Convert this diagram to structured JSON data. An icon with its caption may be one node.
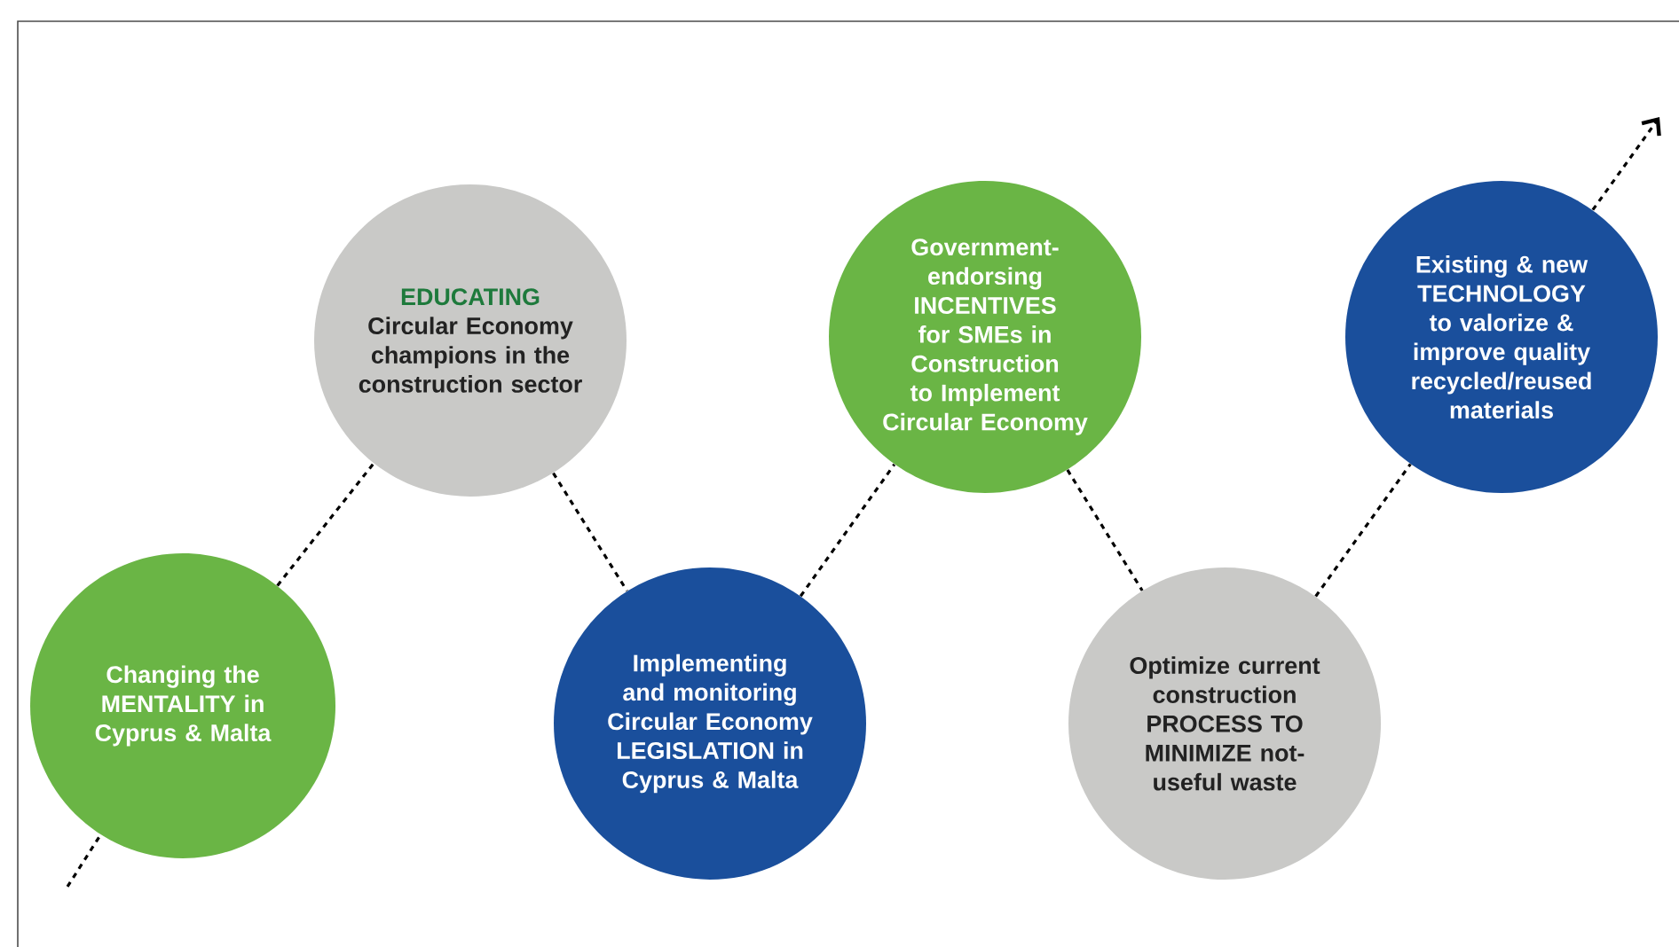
{
  "diagram": {
    "nodes": [
      {
        "text": [
          "Changing the MENTALITY in Cyprus & Malta"
        ]
      },
      {
        "text": [
          "EDUCATING",
          "Circular Economy champions in the construction sector"
        ]
      },
      {
        "text": [
          "Implementing and monitoring Circular Economy LEGISLATION in Cyprus & Malta"
        ]
      },
      {
        "text": [
          "Government-endorsing INCENTIVES for SMEs in Construction to Implement Circular Economy"
        ]
      },
      {
        "text": [
          "Optimize current construction PROCESS TO MINIMIZE not-useful waste"
        ]
      },
      {
        "text": [
          "Existing & new TECHNOLOGY to valorize & improve quality recycled/reused materials"
        ]
      }
    ],
    "edges": [
      {
        "from": null,
        "to": 0,
        "arrow": "none"
      },
      {
        "from": 0,
        "to": 1,
        "arrow": "none"
      },
      {
        "from": 1,
        "to": 2,
        "arrow": "none"
      },
      {
        "from": 2,
        "to": 3,
        "arrow": "none"
      },
      {
        "from": 3,
        "to": 4,
        "arrow": "none"
      },
      {
        "from": 4,
        "to": 5,
        "arrow": "none"
      },
      {
        "from": 5,
        "to": null,
        "arrow": "to"
      }
    ]
  }
}
